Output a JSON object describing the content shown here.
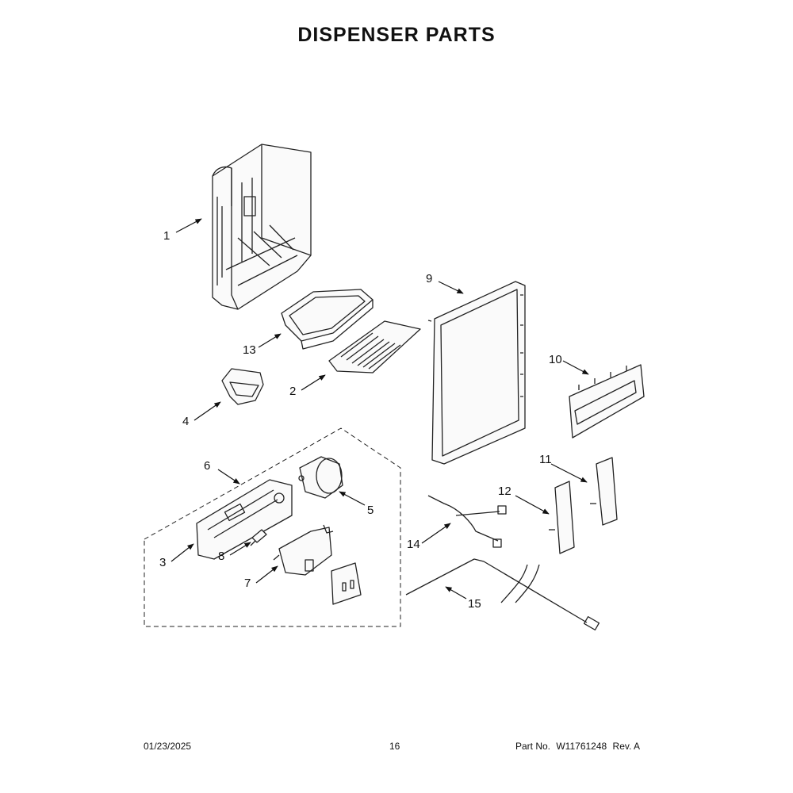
{
  "title": "DISPENSER PARTS",
  "callouts": [
    "1",
    "2",
    "3",
    "4",
    "5",
    "6",
    "7",
    "8",
    "9",
    "10",
    "11",
    "12",
    "13",
    "14",
    "15"
  ],
  "footer": {
    "date": "01/23/2025",
    "page": "16",
    "part_label": "Part No.",
    "part_number": "W11761248",
    "rev": "Rev. A"
  }
}
